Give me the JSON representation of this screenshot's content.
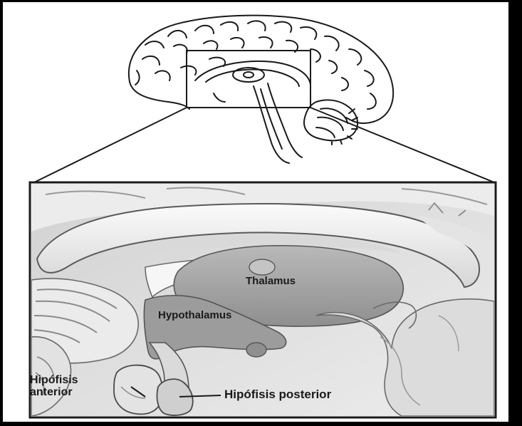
{
  "labels": {
    "thalamus": "Thalamus",
    "hypothalamus": "Hypothalamus",
    "anterior_pituitary_line1": "Hipófisis",
    "anterior_pituitary_line2": "anterior",
    "posterior_pituitary": "Hipófisis posterior"
  },
  "colors": {
    "border": "#000000",
    "background": "#ffffff",
    "ink": "#1a1a1a",
    "thalamus_fill": "#a9a9a9",
    "hypothalamus_fill": "#9c9c9c",
    "tissue_light": "#e6e6e6",
    "tissue_mid": "#c8c8c8"
  }
}
